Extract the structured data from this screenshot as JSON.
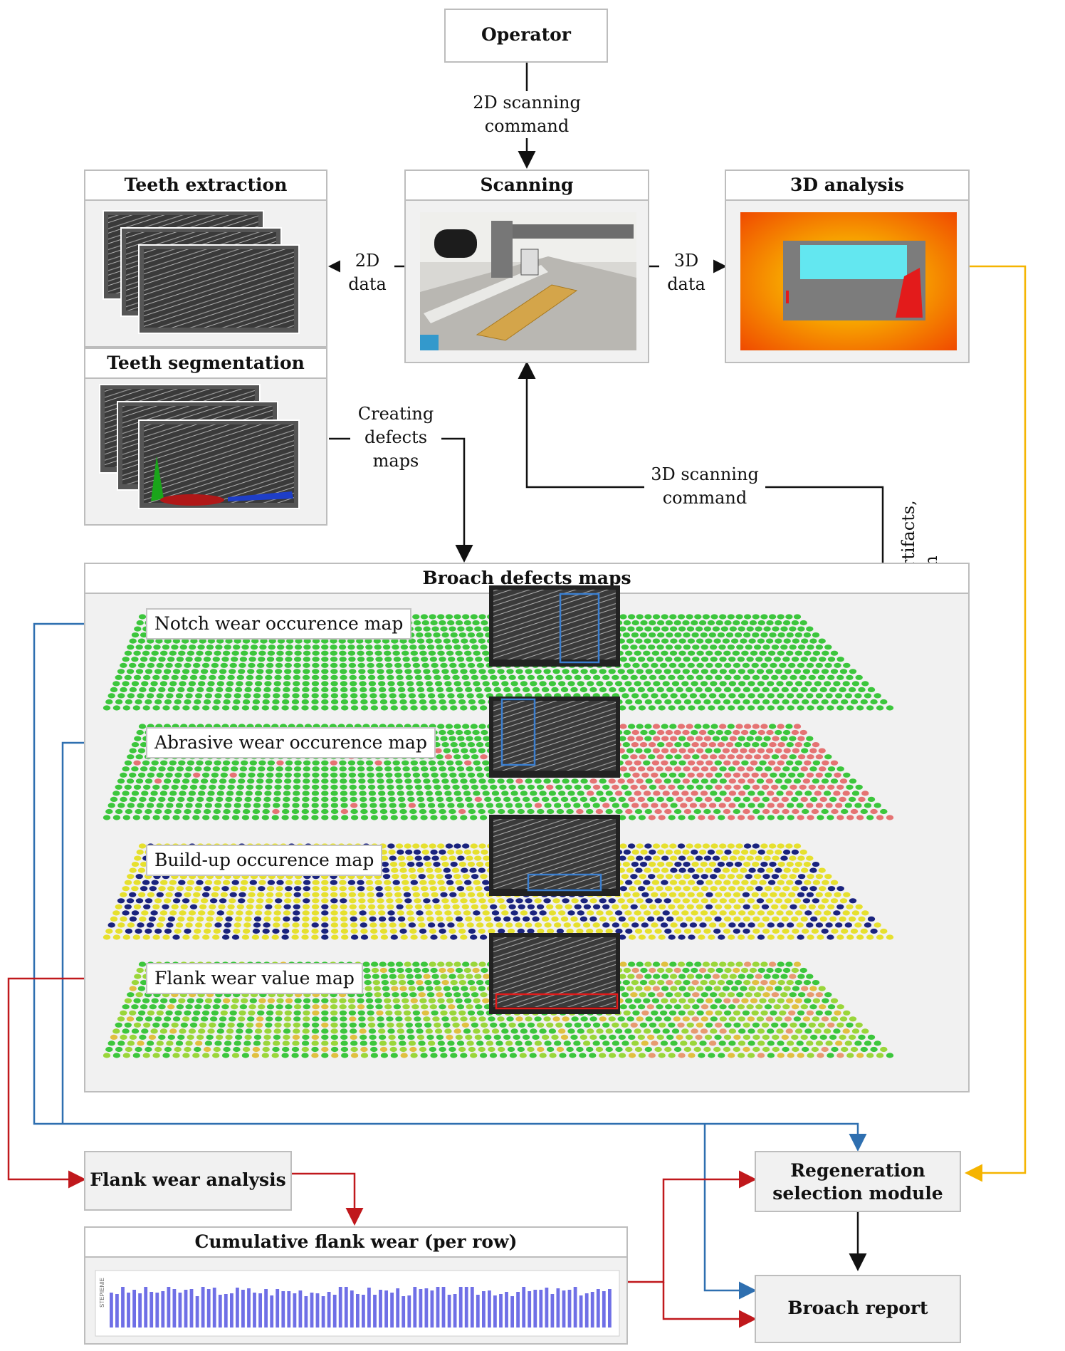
{
  "operator": {
    "title": "Operator"
  },
  "edges": {
    "scan2d_command": "2D scanning\ncommand",
    "data2d": "2D\ndata",
    "data3d": "3D\ndata",
    "creating_defects_maps": "Creating\ndefects\nmaps",
    "scan3d_command": "3D scanning\ncommand",
    "depth_label": "Depth of detected artifacts,\nheight of teeth"
  },
  "scanning": {
    "title": "Scanning"
  },
  "teeth_extraction": {
    "title": "Teeth extraction"
  },
  "teeth_segmentation": {
    "title": "Teeth segmentation"
  },
  "analysis3d": {
    "title": "3D analysis"
  },
  "defects_maps": {
    "title": "Broach defects maps",
    "maps": [
      {
        "label": "Notch wear occurence map"
      },
      {
        "label": "Abrasive wear occurence map"
      },
      {
        "label": "Build-up occurence map"
      },
      {
        "label": "Flank wear value map"
      }
    ]
  },
  "flank_wear_analysis": {
    "title": "Flank wear analysis"
  },
  "cumulative": {
    "title": "Cumulative flank wear (per row)",
    "axis_label": "STEPIENIE"
  },
  "regeneration": {
    "title": "Regeneration\nselection module"
  },
  "report": {
    "title": "Broach report"
  },
  "colors": {
    "blue_line": "#2e6fb0",
    "red_line": "#c0181c",
    "yellow_line": "#f5b400",
    "dot_green": "#3cc63c",
    "dot_yellow": "#e6e02e",
    "dot_navy": "#1a237e",
    "dot_salmon": "#e57373",
    "bars": "#6f6fe6"
  }
}
